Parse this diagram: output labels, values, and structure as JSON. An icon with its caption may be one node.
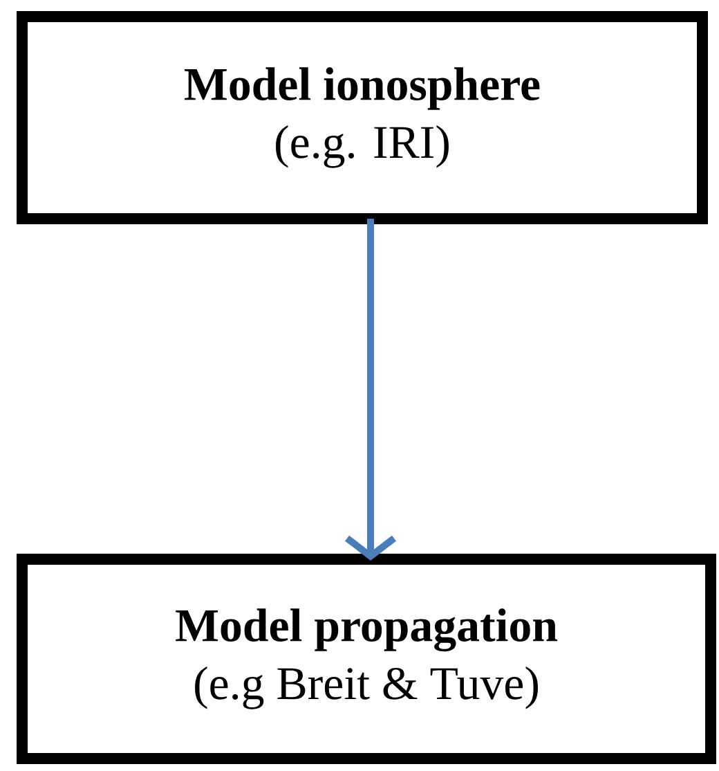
{
  "diagram": {
    "nodes": [
      {
        "text": [
          "Model ionosphere",
          "(e.g. IRI)"
        ]
      },
      {
        "text": [
          "Model propagation",
          "(e.g Breit & Tuve)"
        ]
      }
    ],
    "edges": [
      {
        "from": 0,
        "to": 1,
        "arrow": "to"
      }
    ]
  }
}
